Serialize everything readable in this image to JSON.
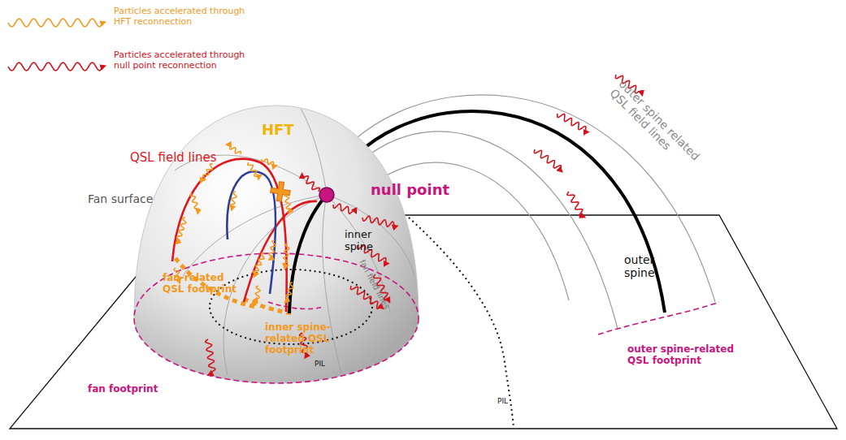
{
  "diagram": {
    "labels": [
      "HFT",
      "QSL field lines",
      "Fan surface",
      "null point",
      "inner spine",
      "fan field lines",
      "fan-related QSL footprint",
      "inner spine-related QSL footprint",
      "PIL",
      "PIL",
      "fan footprint",
      "outer spine",
      "outer spine-related QSL footprint",
      "outer spine related QSL field lines"
    ],
    "legend": [
      {
        "text": "Particles accelerated through HFT reconnection"
      },
      {
        "text": "Particles accelerated through null point reconnection"
      }
    ]
  }
}
